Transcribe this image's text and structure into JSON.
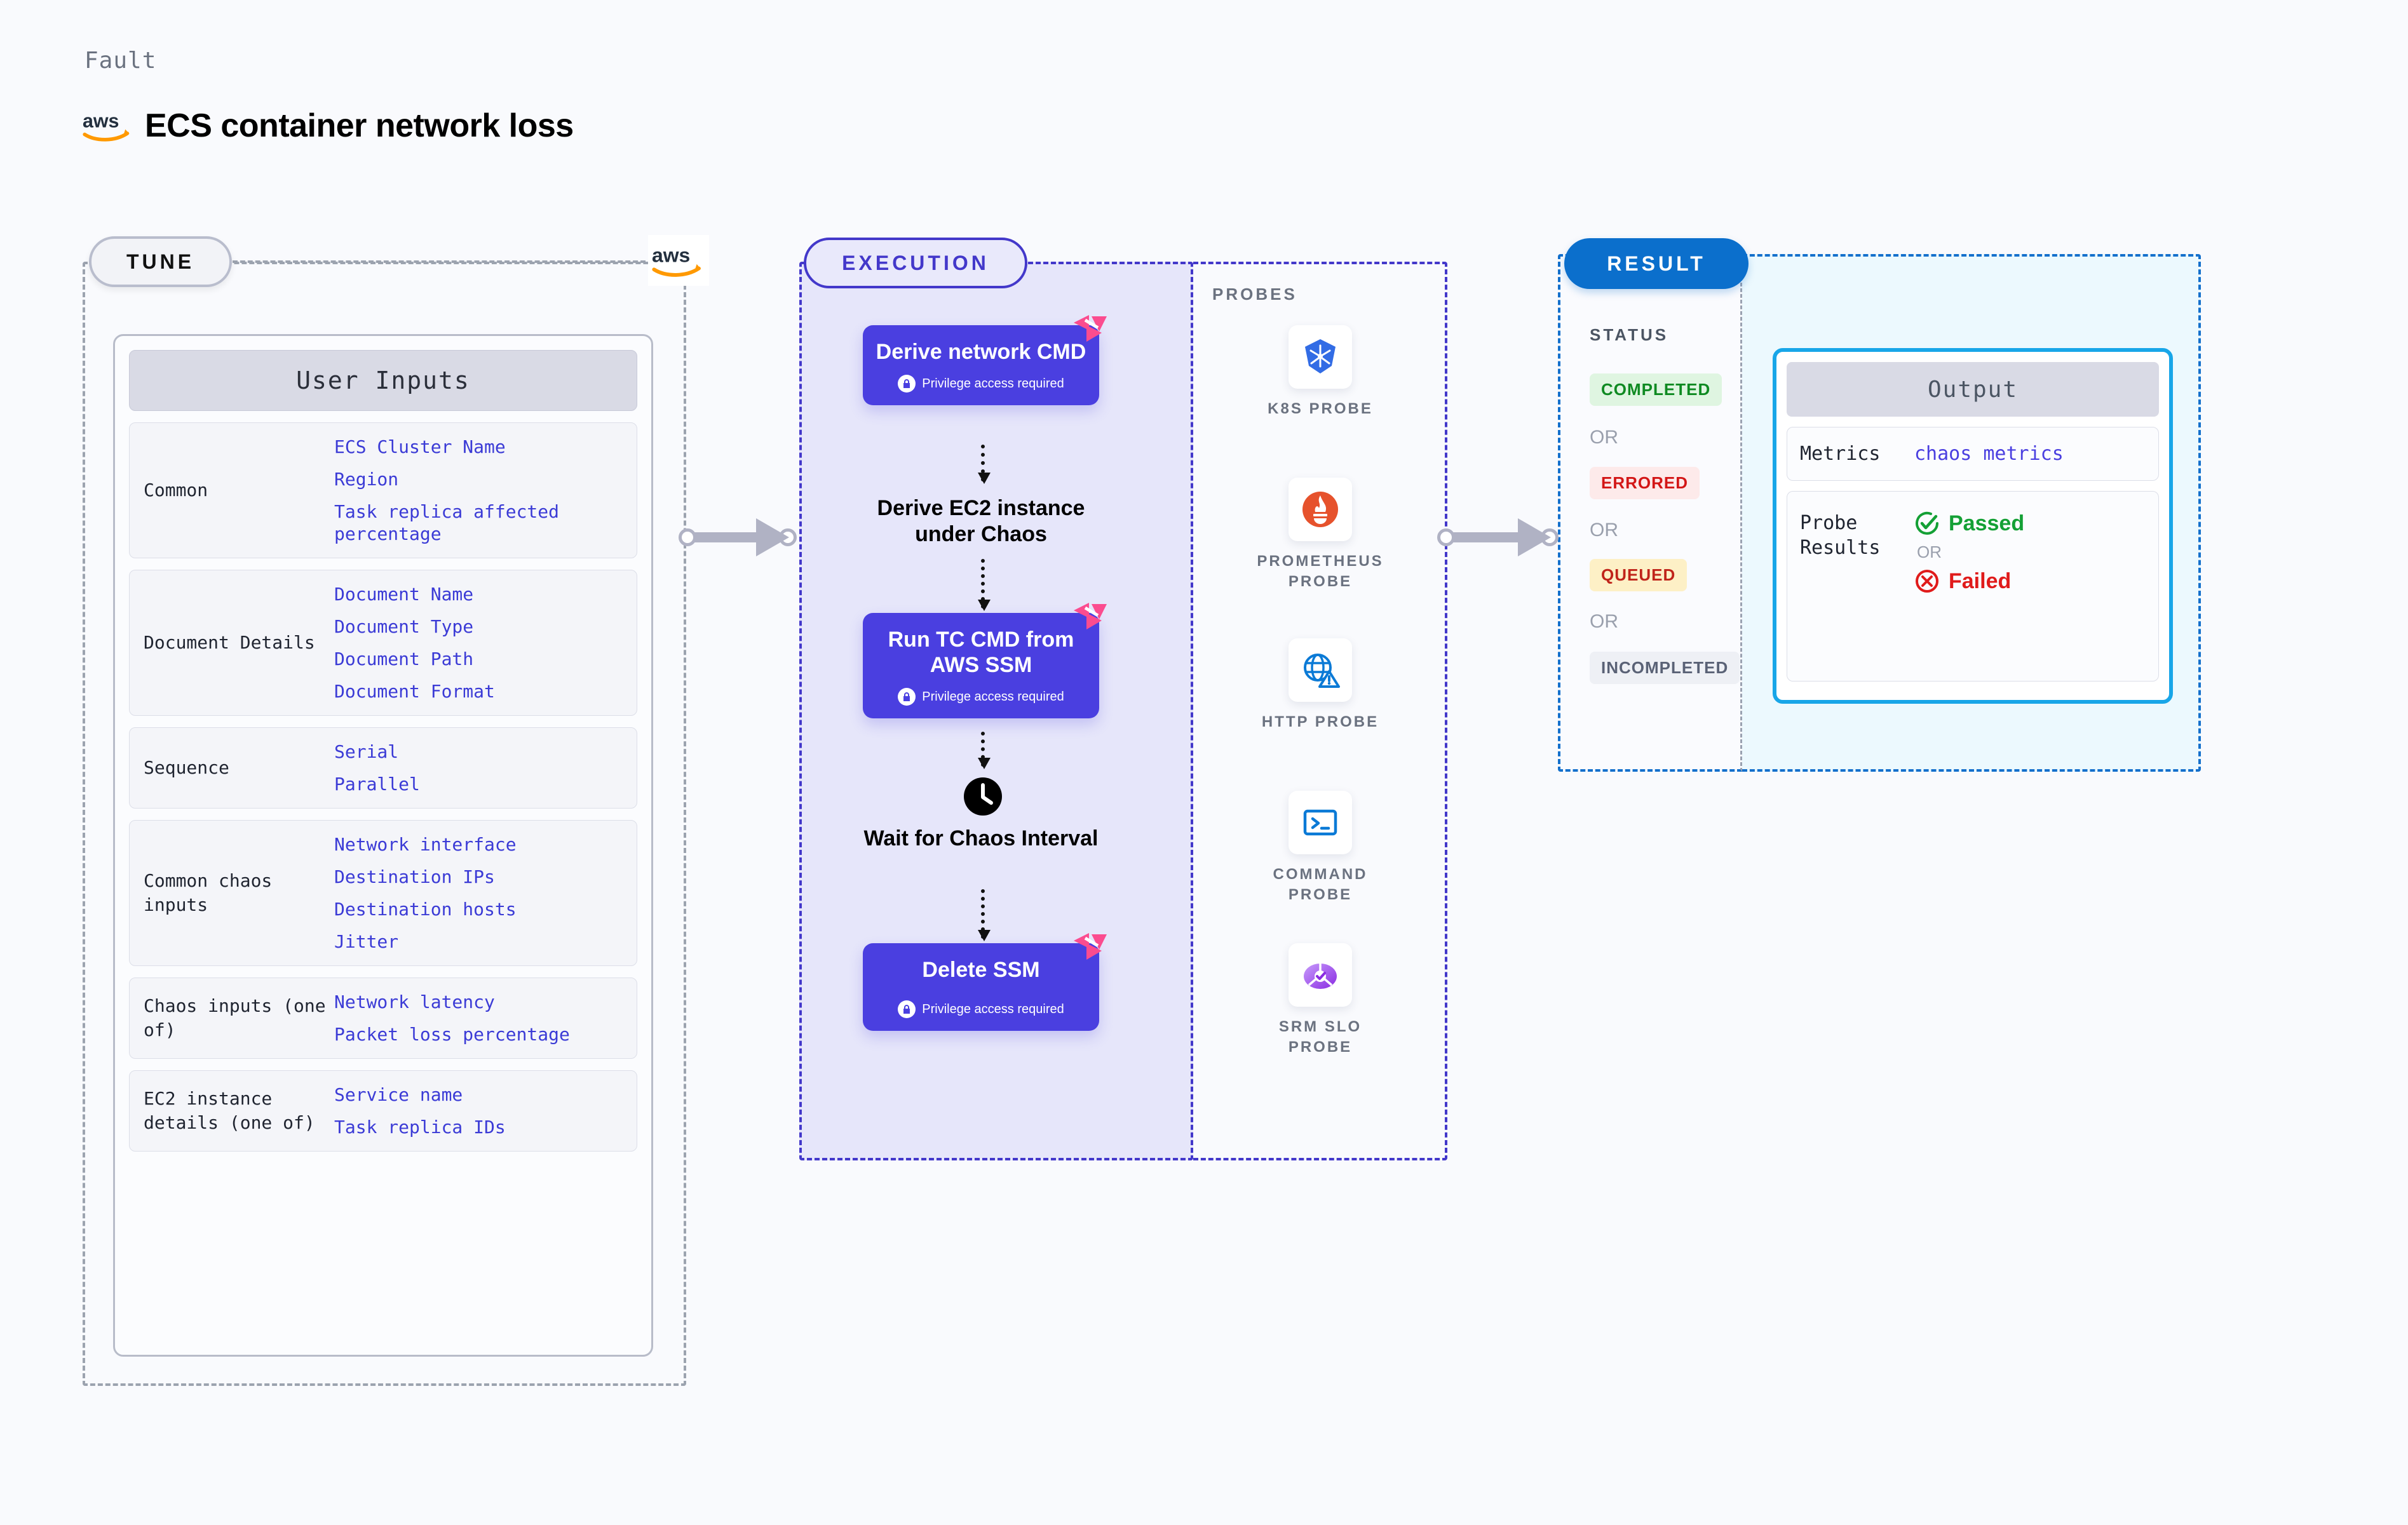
{
  "header": {
    "kicker": "Fault",
    "title": "ECS container network loss",
    "brand_icon": "aws-logo"
  },
  "tune": {
    "pill_label": "TUNE",
    "corner_icon": "aws-logo",
    "card": {
      "header": "User Inputs",
      "rows": [
        {
          "key": "Common",
          "values": [
            "ECS Cluster Name",
            "Region",
            "Task replica affected percentage"
          ]
        },
        {
          "key": "Document Details",
          "values": [
            "Document Name",
            "Document Type",
            "Document Path",
            "Document Format"
          ]
        },
        {
          "key": "Sequence",
          "values": [
            "Serial",
            "Parallel"
          ]
        },
        {
          "key": "Common chaos inputs",
          "values": [
            "Network interface",
            "Destination IPs",
            "Destination hosts",
            "Jitter"
          ]
        },
        {
          "key": "Chaos inputs (one of)",
          "values": [
            "Network latency",
            "Packet loss percentage"
          ]
        },
        {
          "key": "EC2 instance details (one of)",
          "values": [
            "Service name",
            "Task replica IDs"
          ]
        }
      ]
    }
  },
  "execution": {
    "pill_label": "EXECUTION",
    "nodes": [
      {
        "type": "block",
        "title": "Derive network CMD",
        "note": "Privilege access required",
        "badge": "harness-logo-icon",
        "lock": "lock-icon"
      },
      {
        "type": "plain",
        "title": "Derive EC2 instance under Chaos"
      },
      {
        "type": "block",
        "title": "Run TC CMD from AWS SSM",
        "note": "Privilege access required",
        "badge": "harness-logo-icon",
        "lock": "lock-icon"
      },
      {
        "type": "clock",
        "title": "Wait for Chaos Interval",
        "icon": "clock-icon"
      },
      {
        "type": "block",
        "title": "Delete SSM",
        "note": "Privilege access required",
        "badge": "harness-logo-icon",
        "lock": "lock-icon"
      }
    ],
    "probes_label": "PROBES",
    "probes": [
      {
        "label": "K8S PROBE",
        "icon": "kubernetes-icon"
      },
      {
        "label": "PROMETHEUS PROBE",
        "icon": "prometheus-icon"
      },
      {
        "label": "HTTP PROBE",
        "icon": "http-globe-warning-icon"
      },
      {
        "label": "COMMAND PROBE",
        "icon": "terminal-icon"
      },
      {
        "label": "SRM SLO PROBE",
        "icon": "srm-slo-icon"
      }
    ]
  },
  "result": {
    "pill_label": "RESULT",
    "status_title": "STATUS",
    "or_label": "OR",
    "statuses": [
      {
        "label": "COMPLETED",
        "bg": "#dff5e1",
        "fg": "#0f8a22"
      },
      {
        "label": "ERRORED",
        "bg": "#fdeaea",
        "fg": "#d31717"
      },
      {
        "label": "QUEUED",
        "bg": "#fdf0c6",
        "fg": "#c0241a"
      },
      {
        "label": "INCOMPLETED",
        "bg": "#eef0f5",
        "fg": "#5a6276"
      }
    ],
    "output": {
      "header": "Output",
      "metrics_key": "Metrics",
      "metrics_value": "chaos metrics",
      "probe_key": "Probe Results",
      "passed_label": "Passed",
      "passed_icon": "check-circle-icon",
      "or_label": "OR",
      "failed_label": "Failed",
      "failed_icon": "x-circle-icon"
    }
  },
  "colors": {
    "harness_pink": "#fb4c8f",
    "exec_purple": "#4a3fe0",
    "result_blue": "#0b6fcc",
    "value_blue": "#3b3bd6",
    "background": "#f9fafd"
  }
}
